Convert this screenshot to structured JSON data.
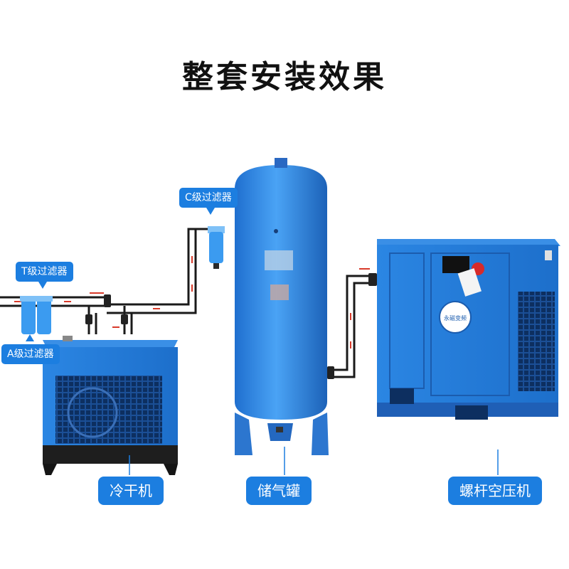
{
  "title": "整套安装效果",
  "colors": {
    "label_blue": "#1c7ee0",
    "equipment_blue": "#2f86e0",
    "pipe": "#1a1a1a",
    "pipe_accent": "#d83a2a"
  },
  "labels": {
    "t_filter": "T级过滤器",
    "a_filter": "A级过滤器",
    "c_filter": "C级过滤器",
    "dryer": "冷干机",
    "tank": "储气罐",
    "compressor": "螺杆空压机"
  },
  "compressor_badge": "永磁变频"
}
